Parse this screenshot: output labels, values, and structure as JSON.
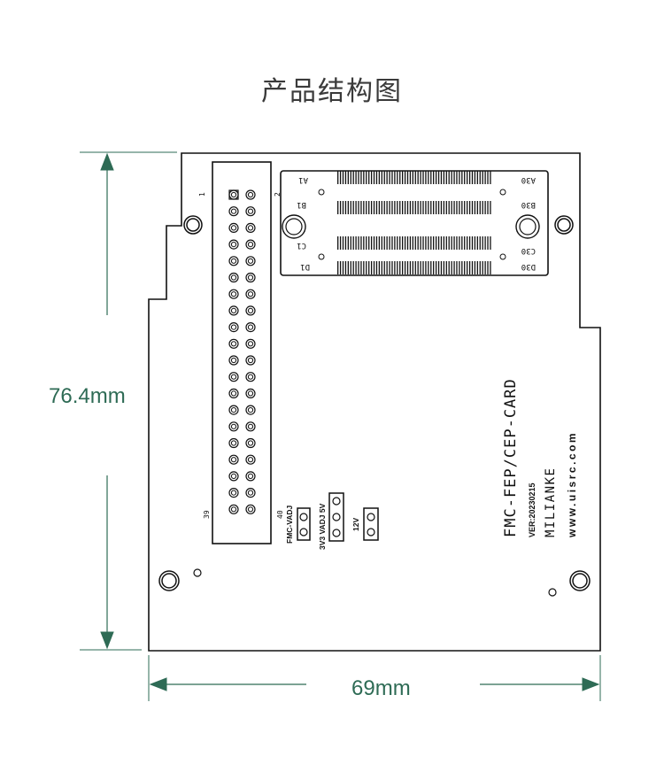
{
  "title": "产品结构图",
  "dimensions": {
    "height_label": "76.4mm",
    "width_label": "69mm"
  },
  "board": {
    "name": "FMC-FEP/CEP-CARD",
    "version": "VER:20230215",
    "brand": "MILIANKE",
    "website": "www.uisrc.com"
  },
  "connector_labels": {
    "a_start": "A1",
    "a_end": "A30",
    "b_start": "B1",
    "b_end": "B30",
    "c_start": "C1",
    "c_end": "C30",
    "d_start": "D1",
    "d_end": "D30"
  },
  "header_pins": {
    "pin1": "1",
    "pin2": "2",
    "pin39": "39",
    "pin40": "40"
  },
  "jumpers": {
    "fmc_vadj": "FMC-VADJ",
    "voltage_select": "3V3 VADJ 5V",
    "v12": "12V"
  },
  "colors": {
    "dimension": "#2e6b55",
    "outline": "#111111",
    "title": "#3a3a3a"
  }
}
